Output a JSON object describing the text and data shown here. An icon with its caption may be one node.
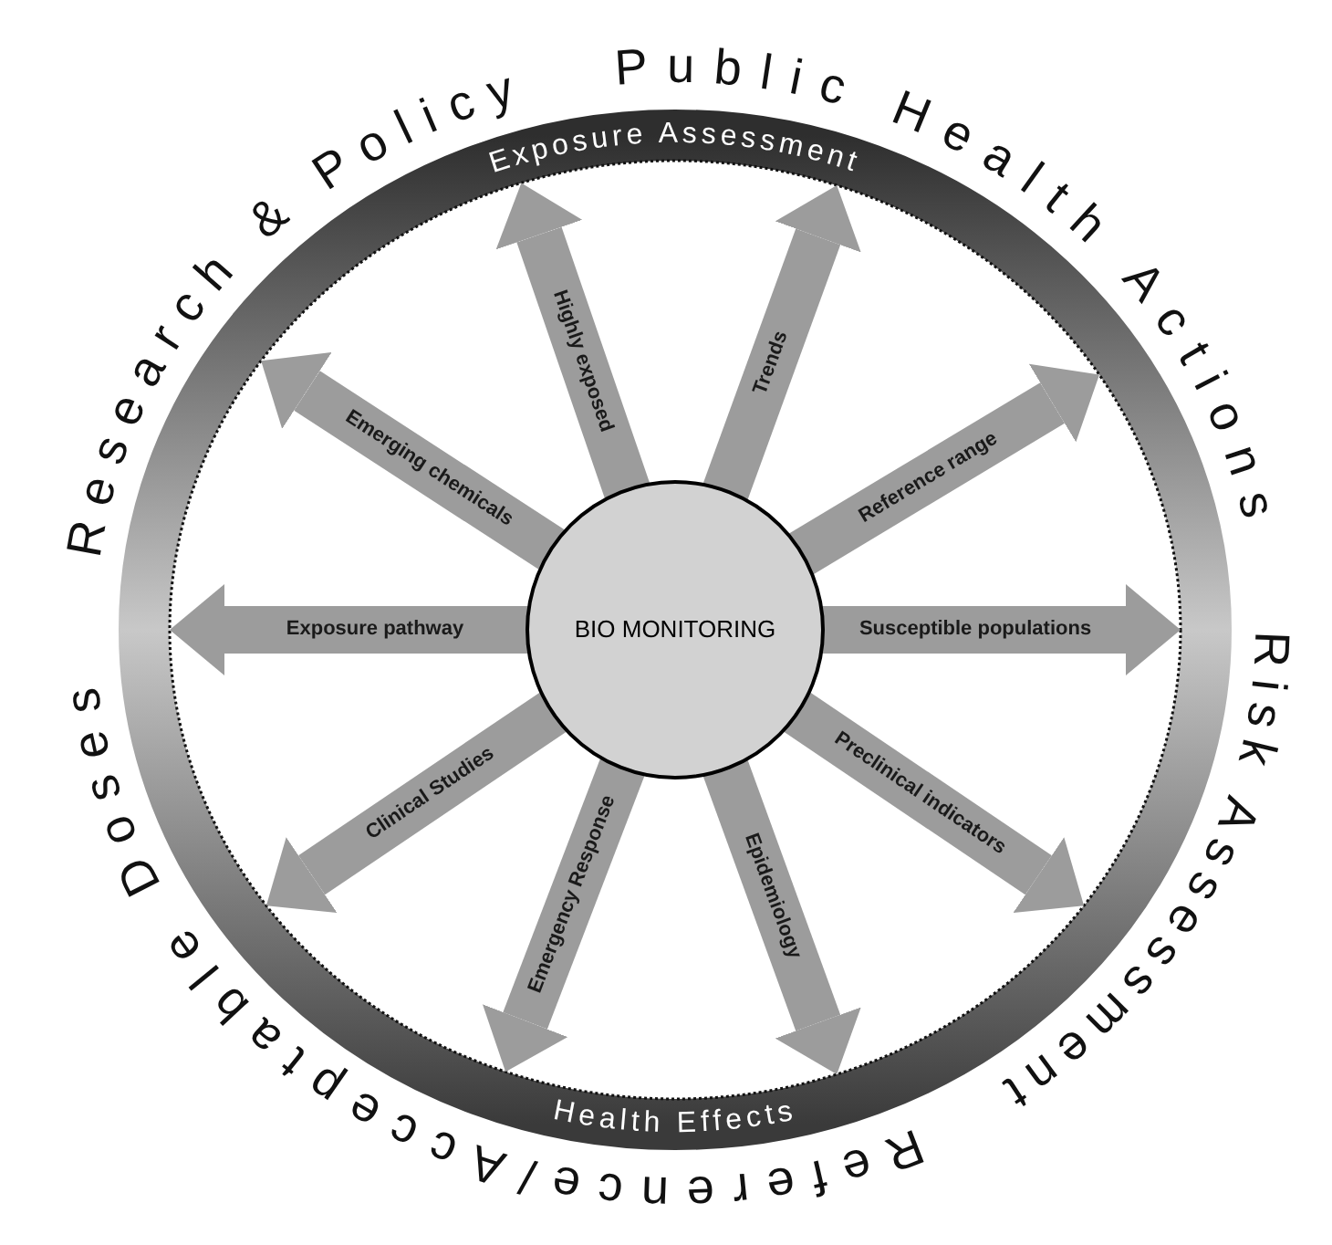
{
  "diagram": {
    "nodes": [
      {
        "text": [
          "Exposure Assessment",
          "Health Effects"
        ]
      },
      {
        "text": [
          "BIO MONITORING"
        ],
        "in": 0
      }
    ],
    "edges": [
      {
        "from": 1,
        "to": 0,
        "arrow": "to",
        "label": "Highly exposed"
      },
      {
        "from": 1,
        "to": 0,
        "arrow": "to",
        "label": "Trends"
      },
      {
        "from": 1,
        "to": 0,
        "arrow": "to",
        "label": "Emerging chemicals"
      },
      {
        "from": 1,
        "to": 0,
        "arrow": "to",
        "label": "Reference range"
      },
      {
        "from": 1,
        "to": 0,
        "arrow": "to",
        "label": "Exposure pathway"
      },
      {
        "from": 1,
        "to": 0,
        "arrow": "to",
        "label": "Susceptible populations"
      },
      {
        "from": 1,
        "to": 0,
        "arrow": "to",
        "label": "Clinical Studies"
      },
      {
        "from": 1,
        "to": 0,
        "arrow": "to",
        "label": "Preclinical indicators"
      },
      {
        "from": 1,
        "to": 0,
        "arrow": "to",
        "label": "Emergency Response"
      },
      {
        "from": 1,
        "to": 0,
        "arrow": "to",
        "label": "Epidemiology"
      }
    ],
    "labels": [
      "Research & Policy",
      "Public Health Actions",
      "Risk Assessment",
      "Reference/Acceptable Doses"
    ]
  }
}
